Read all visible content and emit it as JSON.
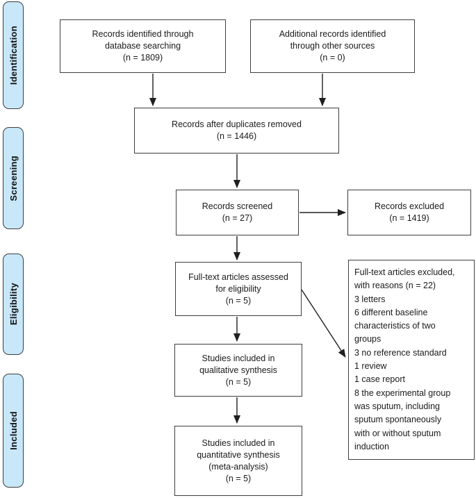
{
  "diagram": {
    "type": "prisma-flow",
    "stages": [
      {
        "id": "identification",
        "label": "Identification"
      },
      {
        "id": "screening",
        "label": "Screening"
      },
      {
        "id": "eligibility",
        "label": "Eligibility"
      },
      {
        "id": "included",
        "label": "Included"
      }
    ],
    "boxes": {
      "db_search": {
        "text": "Records identified through\ndatabase searching\n(n = 1809)",
        "n": 1809
      },
      "other_sources": {
        "text": "Additional records identified\nthrough other sources\n(n = 0)",
        "n": 0
      },
      "after_duplicates": {
        "text": "Records after duplicates removed\n(n = 1446)",
        "n": 1446
      },
      "screened": {
        "text": "Records screened\n(n = 27)",
        "n": 27
      },
      "excluded": {
        "text": "Records excluded\n(n = 1419)",
        "n": 1419
      },
      "fulltext_assessed": {
        "text": "Full-text articles assessed\nfor eligibility\n(n = 5)",
        "n": 5
      },
      "fulltext_excluded": {
        "text": "Full-text articles excluded,\nwith reasons (n = 22)\n3 letters\n6 different baseline\ncharacteristics of two\ngroups\n3 no reference standard\n1 review\n1 case report\n8 the experimental group\nwas sputum, including\nsputum spontaneously\nwith or without sputum\ninduction",
        "n": 22
      },
      "qualitative": {
        "text": "Studies included in\nqualitative synthesis\n(n = 5)",
        "n": 5
      },
      "quantitative": {
        "text": "Studies included in\nquantitative synthesis\n(meta-analysis)\n(n = 5)",
        "n": 5
      }
    },
    "colors": {
      "stage_fill": "#c8e8fa",
      "stage_border": "#3d3d3d",
      "box_fill": "#ffffff",
      "box_border": "#3d3d3d",
      "arrow": "#1f1f1f",
      "text": "#1a1a1a"
    }
  }
}
